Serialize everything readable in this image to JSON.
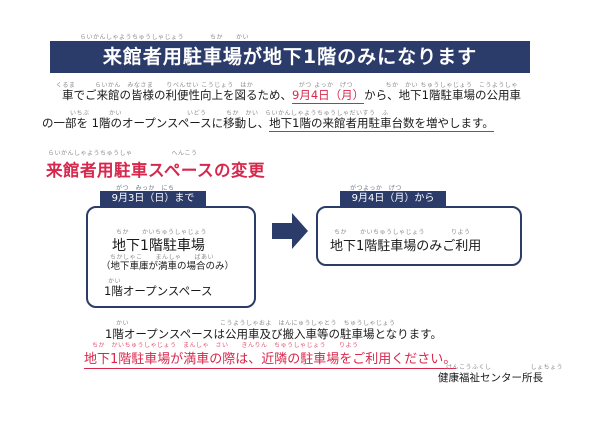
{
  "banner": {
    "ruby": "らいかんしゃようちゅうしゃじょう　　　　ちか　　かい",
    "title": "来館者用駐車場が地下1階のみになります"
  },
  "intro": {
    "ruby_line1": "くるま　　　らいかん　みなさま　　りべんせい こうじょう　はか　　　　　　　がつ よっか　げつ　　　　　ちか　かい ちゅうしゃじょう　こうようしゃ",
    "line1_pre": "車でご来館の皆様の利便性向上を図るため、",
    "line1_date": "9月4日（月）",
    "line1_post": "から、地下1階駐車場の公用車",
    "ruby_line2": "いちぶ　　　かい　　　　　　　　　　いどう　　　ちか　かい　らいかんしゃようちゅうしゃだいすう　ふ",
    "line2_pre": "の一部を 1階のオープンスペースに移動し、",
    "line2_hl": "地下1階の来館者用駐車台数を増やします。"
  },
  "section": {
    "ruby": "らいかんしゃようちゅうしゃ　　　　　　へんこう",
    "title": "来館者用駐車スペースの変更"
  },
  "before": {
    "pill_ruby": "がつ　みっか　にち",
    "pill": "9月3日（日）まで",
    "ruby1": "ちか　　かいちゅうしゃじょう",
    "line1": "地下1階駐車場",
    "ruby2": "ちかしゃこ　　まんしゃ　　ばあい",
    "line2": "（地下車庫が満車の場合のみ）",
    "ruby3": "かい",
    "line3": "1階オープンスペース"
  },
  "after": {
    "pill_ruby": "がつよっか　げつ",
    "pill": "9月4日（月）から",
    "ruby1": "ちか　　かいちゅうしゃじょう　　　　りよう",
    "line1": "地下1階駐車場のみご利用"
  },
  "note": {
    "ruby": "かい　　　　　　　　　　　　　　こうようしゃおよ　はんにゅうしゃとう　ちゅうしゃじょう",
    "text": "1階オープンスペースは公用車及び搬入車等の駐車場となります。"
  },
  "warning": {
    "ruby": "ちか　かいちゅうしゃじょう　まんしゃ　さい　　きんりん　ちゅうしゃじょう　　りよう",
    "text": "地下1階駐車場が満車の際は、近隣の駐車場をご利用ください。"
  },
  "signature": {
    "ruby": "けんこうふくし　　　　　　しょちょう",
    "text": "健康福祉センター所長"
  },
  "colors": {
    "navy": "#2b3b6a",
    "red": "#d8274c"
  }
}
